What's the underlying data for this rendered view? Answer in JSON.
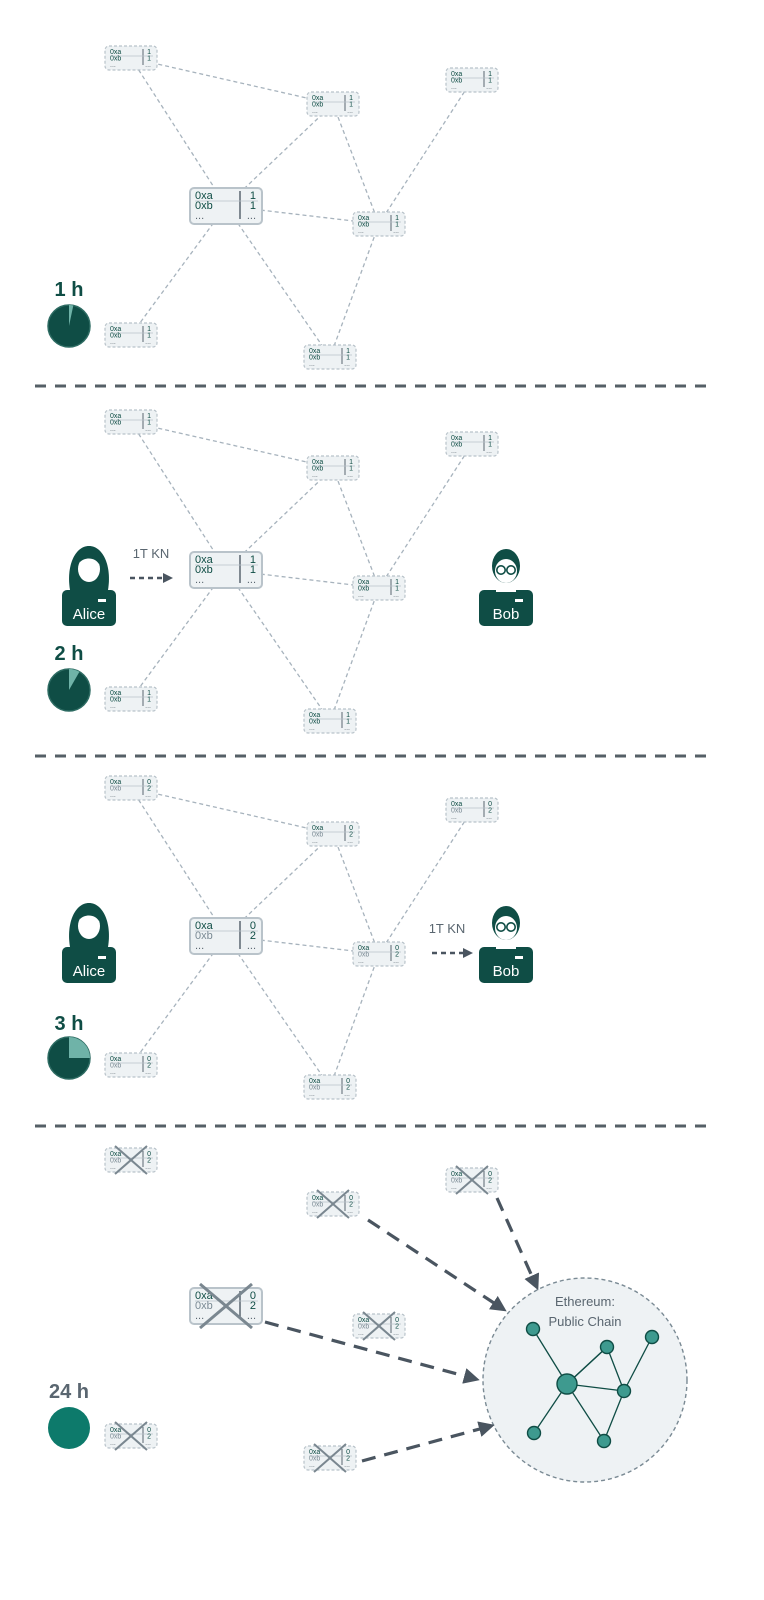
{
  "colors": {
    "dark": "#0f4d45",
    "teal": "#0d7a6b",
    "node_teal": "#3e9a8f",
    "gray_text": "#5a6670",
    "arrow": "#4a5560",
    "dashed_line": "#a7b3bd",
    "panel_fill": "#eef2f4",
    "panel_border": "#b9c3ca",
    "divider": "#555f66",
    "cross": "#7a8790"
  },
  "ledger": {
    "row_a": "0xa",
    "row_b": "0xb",
    "row_more": "..."
  },
  "people": {
    "alice": "Alice",
    "bob": "Bob"
  },
  "stages": [
    {
      "time_label": "1 h",
      "clock_fraction": 0.033,
      "values": [
        "1",
        "1"
      ],
      "transfer": {
        "label": "",
        "from": ""
      }
    },
    {
      "time_label": "2 h",
      "clock_fraction": 0.083,
      "values": [
        "1",
        "1"
      ],
      "transfer": {
        "label": "1T KN",
        "from": "alice"
      }
    },
    {
      "time_label": "3 h",
      "clock_fraction": 0.25,
      "values": [
        "0",
        "2"
      ],
      "transfer": {
        "label": "1T KN",
        "from": "bob"
      }
    },
    {
      "time_label": "24 h",
      "clock_fraction": 1.0,
      "values": [
        "0",
        "2"
      ],
      "transfer": {
        "label": "",
        "from": ""
      }
    }
  ],
  "chain": {
    "title_line1": "Ethereum:",
    "title_line2": "Public Chain"
  }
}
